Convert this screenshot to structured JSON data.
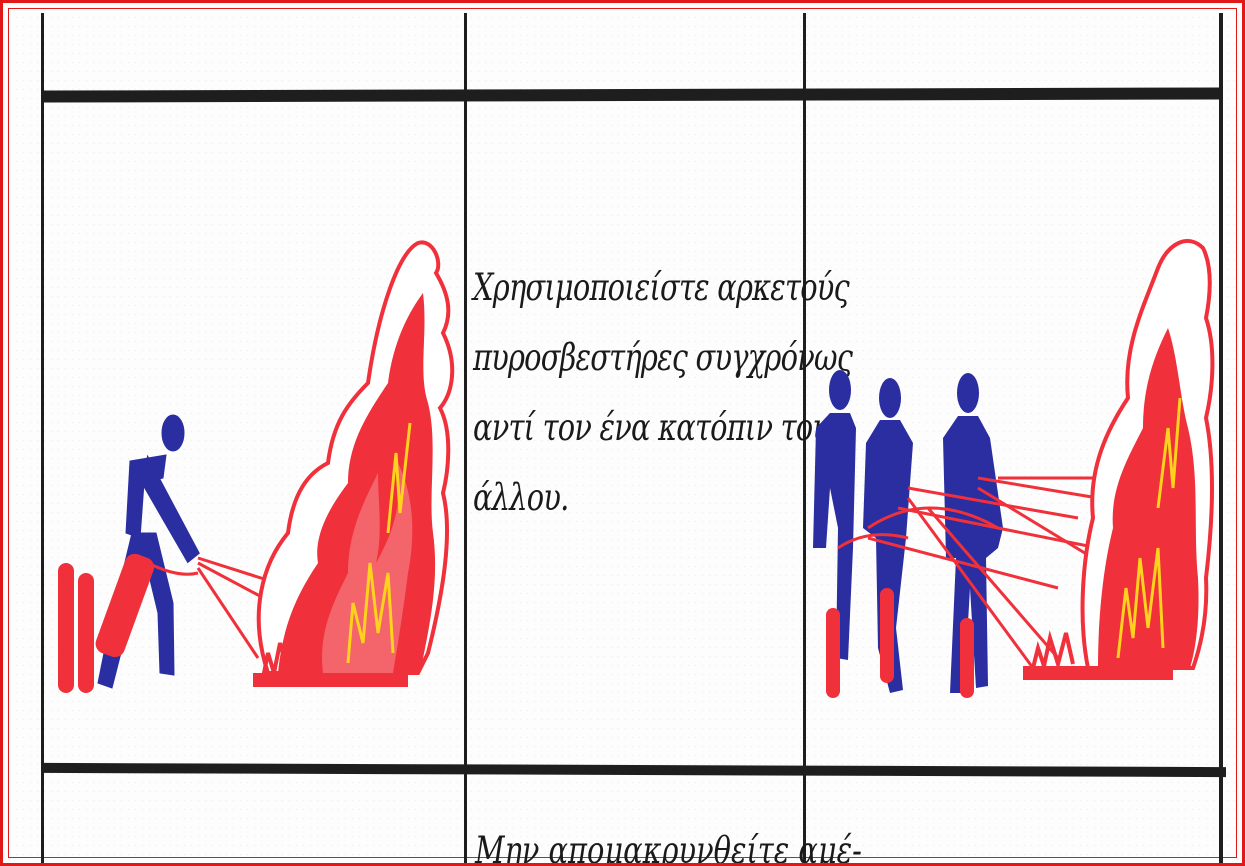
{
  "table": {
    "row_text": [
      "Χρησιμοποιείστε αρκετούς",
      "πυροσβεστήρες συγχρόνως",
      "αντί τον ένα κατόπιν του",
      "άλλου."
    ],
    "next_row_partial": "Μην απομακρυνθείτε αμέ-"
  },
  "illustrations": {
    "left": "single-person-extinguishing-fire",
    "right": "three-people-extinguishing-fire"
  },
  "colors": {
    "border": "#e01818",
    "fire_red": "#f0303a",
    "fire_yellow": "#ffd21e",
    "figure_blue": "#2a2ea0",
    "ink": "#1e1e1e"
  }
}
